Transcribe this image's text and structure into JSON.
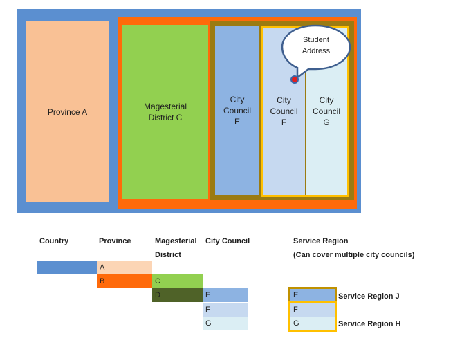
{
  "diagram": {
    "province_a": "Province A",
    "district_c": "Magesterial\nDistrict C",
    "council_e": "City\nCouncil\nE",
    "council_f": "City\nCouncil\nF",
    "council_g": "City\nCouncil\nG",
    "callout": "Student\nAddress"
  },
  "legend": {
    "headers": {
      "country": "Country",
      "province": "Province",
      "district": "Magesterial\nDistrict",
      "council": "City Council",
      "service_region": "Service Region\n(Can cover multiple city councils)"
    },
    "province_rows": [
      "A",
      "B"
    ],
    "district_rows": [
      "C",
      "D"
    ],
    "council_rows": [
      "E",
      "F",
      "G"
    ],
    "service_rows": [
      "E",
      "F",
      "G"
    ],
    "service_region_j": "Service Region J",
    "service_region_h": "Service Region H"
  },
  "colors": {
    "country": "#5b8fd0",
    "province": "#f9c195",
    "district_outer": "#ff6a0a",
    "district_c": "#92d050",
    "district_d": "#4f6228",
    "council_e": "#8db3e2",
    "council_f": "#c6d9f0",
    "council_g": "#dbeef4",
    "region_j": "#c09100",
    "region_h": "#ffc000"
  }
}
